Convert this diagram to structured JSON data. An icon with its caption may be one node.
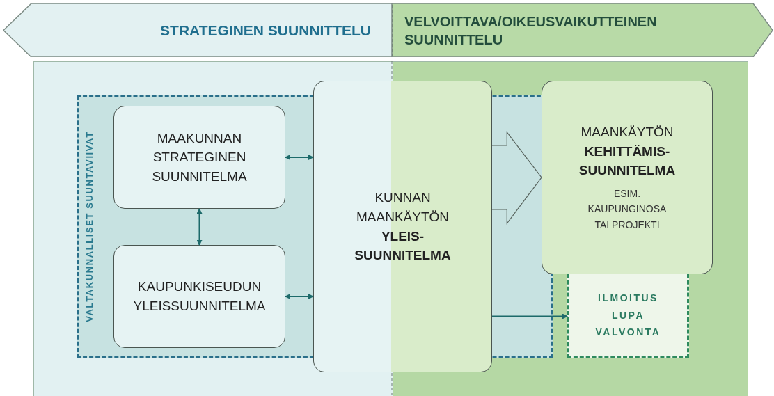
{
  "diagram": {
    "nodes": [
      {
        "text": [
          "STRATEGINEN SUUNNITTELU"
        ]
      },
      {
        "text": [
          "VELVOITTAVA/OIKEUSVAIKUTTEINEN SUUNNITTELU"
        ]
      },
      {
        "text": [
          "VALTAKUNNALLISET SUUNTAVIIVAT"
        ]
      },
      {
        "text": [
          "MAAKUNNAN STRATEGINEN SUUNNITELMA"
        ],
        "in": 2
      },
      {
        "text": [
          "KAUPUNKISEUDUN YLEISSUUNNITELMA"
        ],
        "in": 2
      },
      {
        "text": [
          "KUNNAN MAANKÄYTÖN **YLEIS- SUUNNITELMA**"
        ]
      },
      {
        "text": [
          "MAANKÄYTÖN **KEHITTÄMIS- SUUNNITELMA**",
          "ESIM. KAUPUNGINOSA TAI PROJEKTI"
        ]
      },
      {
        "text": [
          "ILMOITUS LUPA VALVONTA"
        ]
      }
    ],
    "edges": [
      {
        "from": 3,
        "to": 5,
        "arrow": "both"
      },
      {
        "from": 4,
        "to": 5,
        "arrow": "both"
      },
      {
        "from": 3,
        "to": 4,
        "arrow": "both"
      },
      {
        "from": 5,
        "to": 6,
        "arrow": "to",
        "style": "thick"
      },
      {
        "from": 5,
        "to": 7,
        "arrow": "to"
      }
    ]
  }
}
